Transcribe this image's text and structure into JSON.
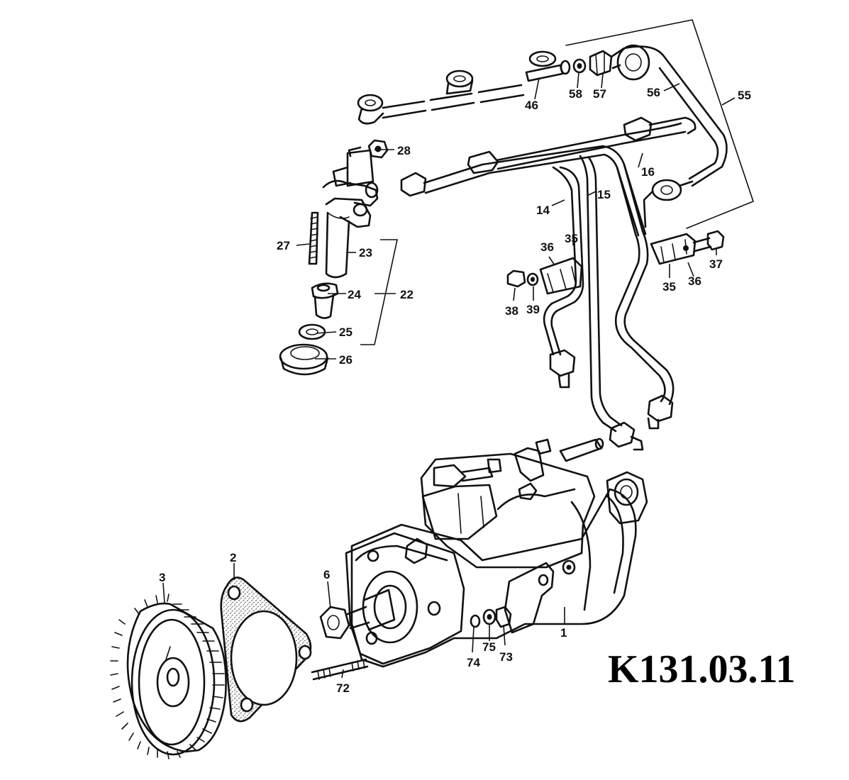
{
  "diagram": {
    "code": "K131.03.11",
    "callouts": {
      "c1": "1",
      "c2": "2",
      "c3": "3",
      "c6": "6",
      "c14": "14",
      "c15": "15",
      "c16": "16",
      "c22": "22",
      "c23": "23",
      "c24": "24",
      "c25": "25",
      "c26": "26",
      "c27": "27",
      "c28": "28",
      "c35a": "35",
      "c36a": "36",
      "c35b": "35",
      "c36b": "36",
      "c37": "37",
      "c38": "38",
      "c39": "39",
      "c46": "46",
      "c55": "55",
      "c56": "56",
      "c57": "57",
      "c58": "58",
      "c72": "72",
      "c73": "73",
      "c74": "74",
      "c75": "75"
    }
  }
}
